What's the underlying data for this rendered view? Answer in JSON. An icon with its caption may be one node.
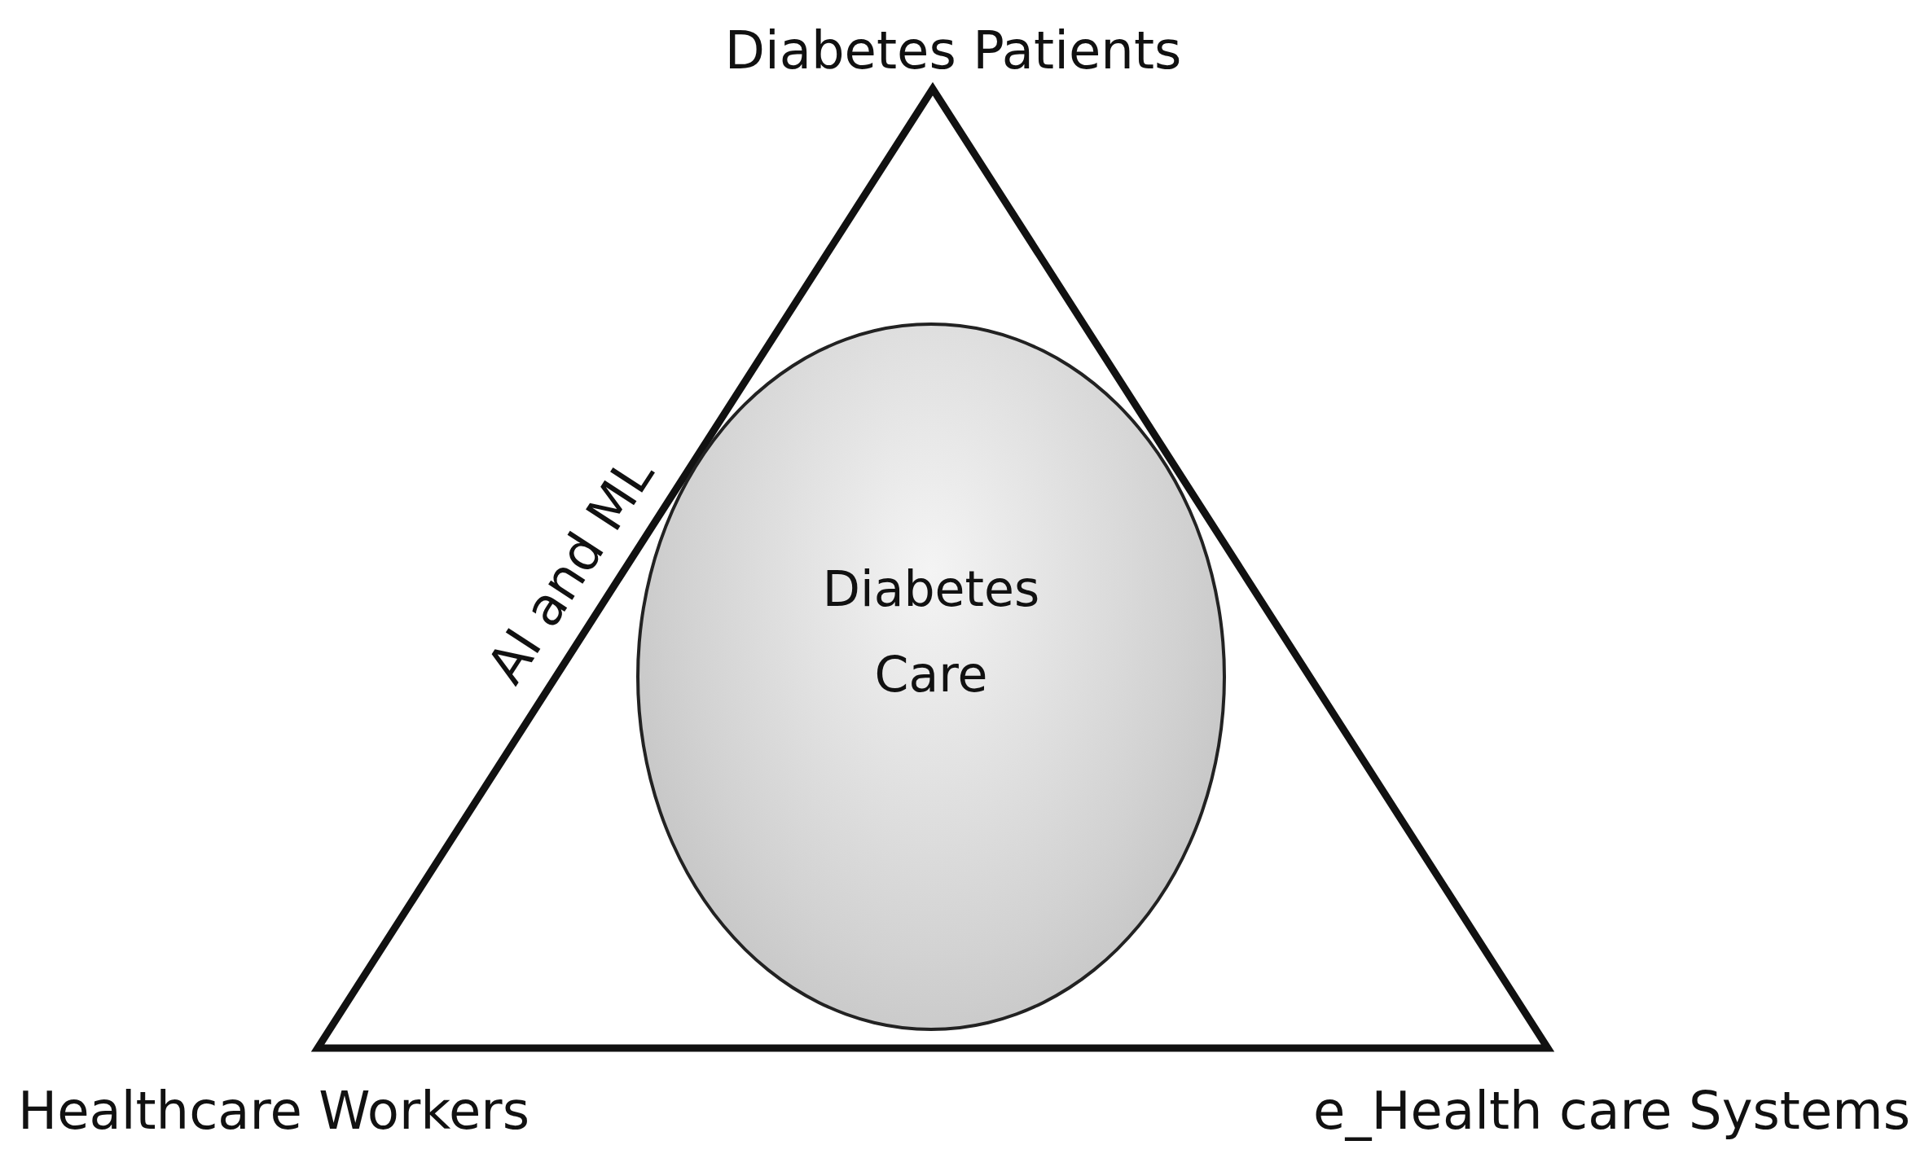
{
  "diagram": {
    "nodes": [
      {
        "text": [],
        "shape": "triangle"
      },
      {
        "text": [
          "Diabetes Care"
        ],
        "in": 0
      }
    ],
    "labels": [
      "Diabetes Patients",
      "AI and ML",
      "Healthcare Workers",
      "e_Health care Systems"
    ]
  }
}
